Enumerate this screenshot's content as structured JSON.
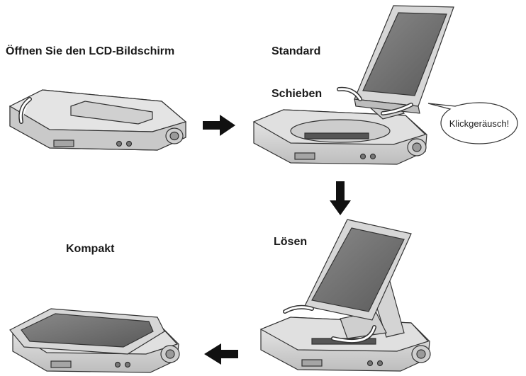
{
  "labels": {
    "step1": "Öffnen Sie den LCD-Bildschirm",
    "standard": "Standard",
    "schieben": "Schieben",
    "klick": "Klickgeräusch!",
    "loesen": "Lösen",
    "kompakt": "Kompakt"
  },
  "icons": [
    "right-arrow-icon",
    "down-arrow-icon",
    "left-arrow-icon",
    "curved-motion-arrow-icon"
  ],
  "colors": {
    "body": "#dcdcdc",
    "screen": "#6f6f6f",
    "outline": "#333333",
    "arrow": "#111111"
  }
}
